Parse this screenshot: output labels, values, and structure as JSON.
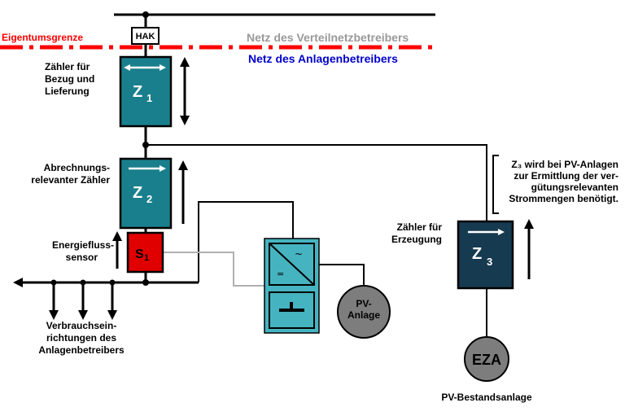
{
  "labels": {
    "hak": "HAK",
    "eigentumsgrenze": "Eigentumsgrenze",
    "netz_verteilnetz": "Netz des Verteilnetzbetreibers",
    "netz_anlagen": "Netz des Anlagenbetreibers",
    "z1_caption": [
      "Zähler für",
      "Bezug und",
      "Lieferung"
    ],
    "z2_caption": [
      "Abrechnungs-",
      "relevanter Zähler"
    ],
    "s1_caption": [
      "Energiefluss-",
      "sensor"
    ],
    "z3_caption": [
      "Zähler für",
      "Erzeugung"
    ],
    "consumer_caption": [
      "Verbrauchsein-",
      "richtungen des",
      "Anlagenbetreibers"
    ],
    "note": [
      "Z₃ wird bei PV-Anlagen",
      "zur Ermittlung der ver-",
      "gütungsrelevanten",
      "Strommengen benötigt."
    ],
    "pv": [
      "PV-",
      "Anlage"
    ],
    "eza": "EZA",
    "eza_caption": "PV-Bestandsanlage"
  },
  "meters": {
    "z1": {
      "letter": "Z",
      "index": "1"
    },
    "z2": {
      "letter": "Z",
      "index": "2"
    },
    "z3": {
      "letter": "Z",
      "index": "3"
    },
    "s1": {
      "letter": "S",
      "index": "1"
    }
  },
  "colors": {
    "boundary_red": "#ff0000",
    "verteilnetz_gray": "#999999",
    "anlagen_blue": "#0000cc",
    "meter_teal": "#1a7f8c",
    "meter_dark": "#163a4f",
    "sensor_red": "#e00000",
    "inverter_teal": "#46b4c0",
    "generator_gray": "#7d7d7d"
  }
}
